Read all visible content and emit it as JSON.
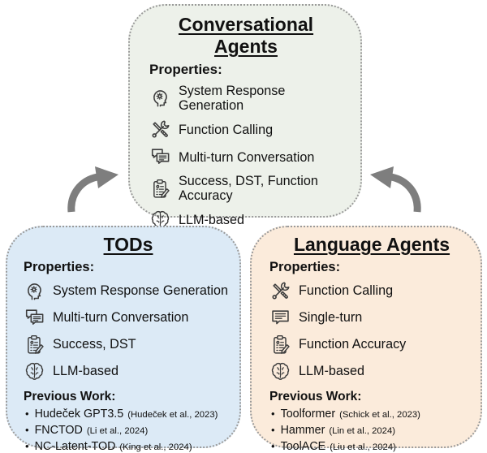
{
  "diagram": {
    "conversational": {
      "title": "Conversational Agents",
      "properties_heading": "Properties:",
      "properties": [
        {
          "icon": "head-gear-icon",
          "label": "System Response Generation"
        },
        {
          "icon": "tools-icon",
          "label": "Function Calling"
        },
        {
          "icon": "multi-chat-icon",
          "label": "Multi-turn Conversation"
        },
        {
          "icon": "clipboard-icon",
          "label": "Success, DST, Function Accuracy"
        },
        {
          "icon": "brain-icon",
          "label": "LLM-based"
        }
      ],
      "bg_color": "#edf1ea"
    },
    "tods": {
      "title": "TODs",
      "properties_heading": "Properties:",
      "properties": [
        {
          "icon": "head-gear-icon",
          "label": "System Response Generation"
        },
        {
          "icon": "multi-chat-icon",
          "label": "Multi-turn Conversation"
        },
        {
          "icon": "clipboard-icon",
          "label": "Success, DST"
        },
        {
          "icon": "brain-icon",
          "label": "LLM-based"
        }
      ],
      "previous_work_heading": "Previous Work:",
      "previous_work": [
        {
          "name": "Hudeček GPT3.5",
          "citation": "(Hudeček et al., 2023)"
        },
        {
          "name": "FNCTOD",
          "citation": "(Li et al., 2024)"
        },
        {
          "name": "NC-Latent-TOD",
          "citation": "(King et al., 2024)"
        }
      ],
      "bg_color": "#dceaf6"
    },
    "language_agents": {
      "title": "Language Agents",
      "properties_heading": "Properties:",
      "properties": [
        {
          "icon": "tools-icon",
          "label": "Function Calling"
        },
        {
          "icon": "single-chat-icon",
          "label": "Single-turn"
        },
        {
          "icon": "clipboard-icon",
          "label": "Function Accuracy"
        },
        {
          "icon": "brain-icon",
          "label": "LLM-based"
        }
      ],
      "previous_work_heading": "Previous Work:",
      "previous_work": [
        {
          "name": "Toolformer",
          "citation": "(Schick et al., 2023)"
        },
        {
          "name": "Hammer",
          "citation": "(Lin et al., 2024)"
        },
        {
          "name": "ToolACE",
          "citation": "(Liu et al., 2024)"
        }
      ],
      "bg_color": "#fbebdb"
    },
    "colors": {
      "border": "#9a9a9a",
      "arrow": "#7e7e7e",
      "text": "#111111",
      "background": "#ffffff"
    }
  }
}
